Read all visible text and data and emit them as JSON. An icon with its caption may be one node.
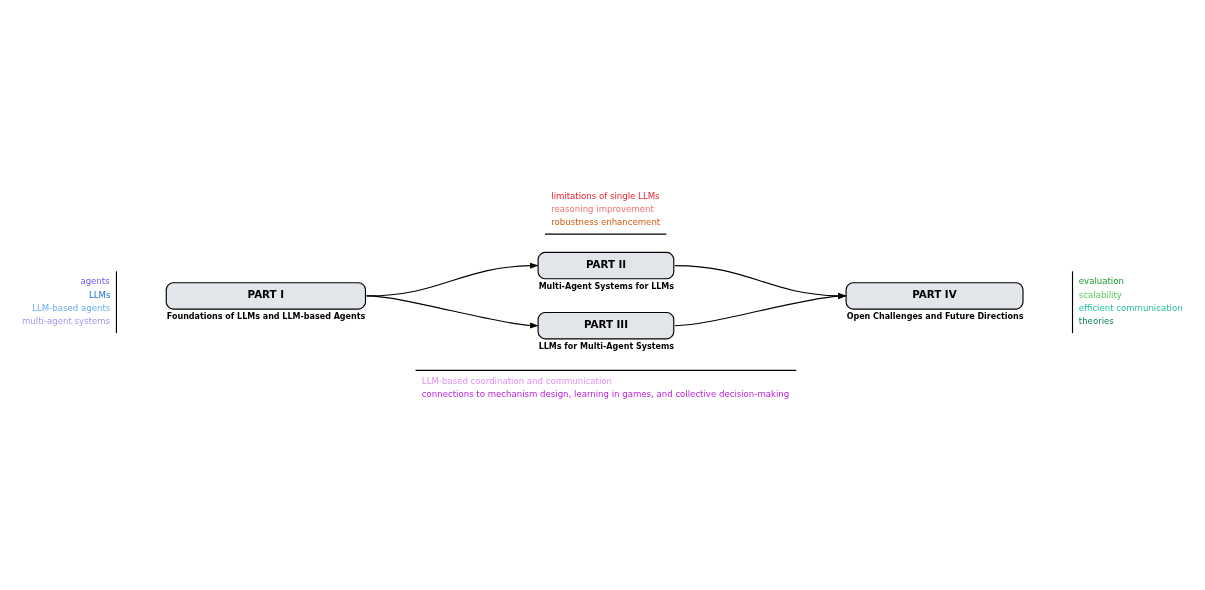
{
  "diagram": {
    "nodes": [
      {
        "text": [
          "PART I"
        ],
        "beside": [
          "Foundations of LLMs and LLM-based Agents"
        ]
      },
      {
        "text": [
          "PART II"
        ],
        "beside": [
          "Multi-Agent Systems for LLMs"
        ]
      },
      {
        "text": [
          "PART III"
        ],
        "beside": [
          "LLMs for Multi-Agent Systems"
        ]
      },
      {
        "text": [
          "PART IV"
        ],
        "beside": [
          "Open Challenges and Future Directions"
        ]
      }
    ],
    "edges": [
      {
        "from": 0,
        "to": 1,
        "arrow": "to"
      },
      {
        "from": 0,
        "to": 2,
        "arrow": "to"
      },
      {
        "from": 1,
        "to": 3,
        "arrow": "to"
      },
      {
        "from": 2,
        "to": 3,
        "arrow": "to"
      }
    ],
    "labels": [
      "limitations of single LLMs",
      "reasoning improvement",
      "robustness enhancement",
      "agents",
      "LLMs",
      "LLM-based agents",
      "multi-agent systems",
      "evaluation",
      "scalability",
      "efficient communication",
      "theories",
      "LLM-based coordination and communication",
      "connections to mechanism design, learning in games, and collective decision-making"
    ]
  }
}
